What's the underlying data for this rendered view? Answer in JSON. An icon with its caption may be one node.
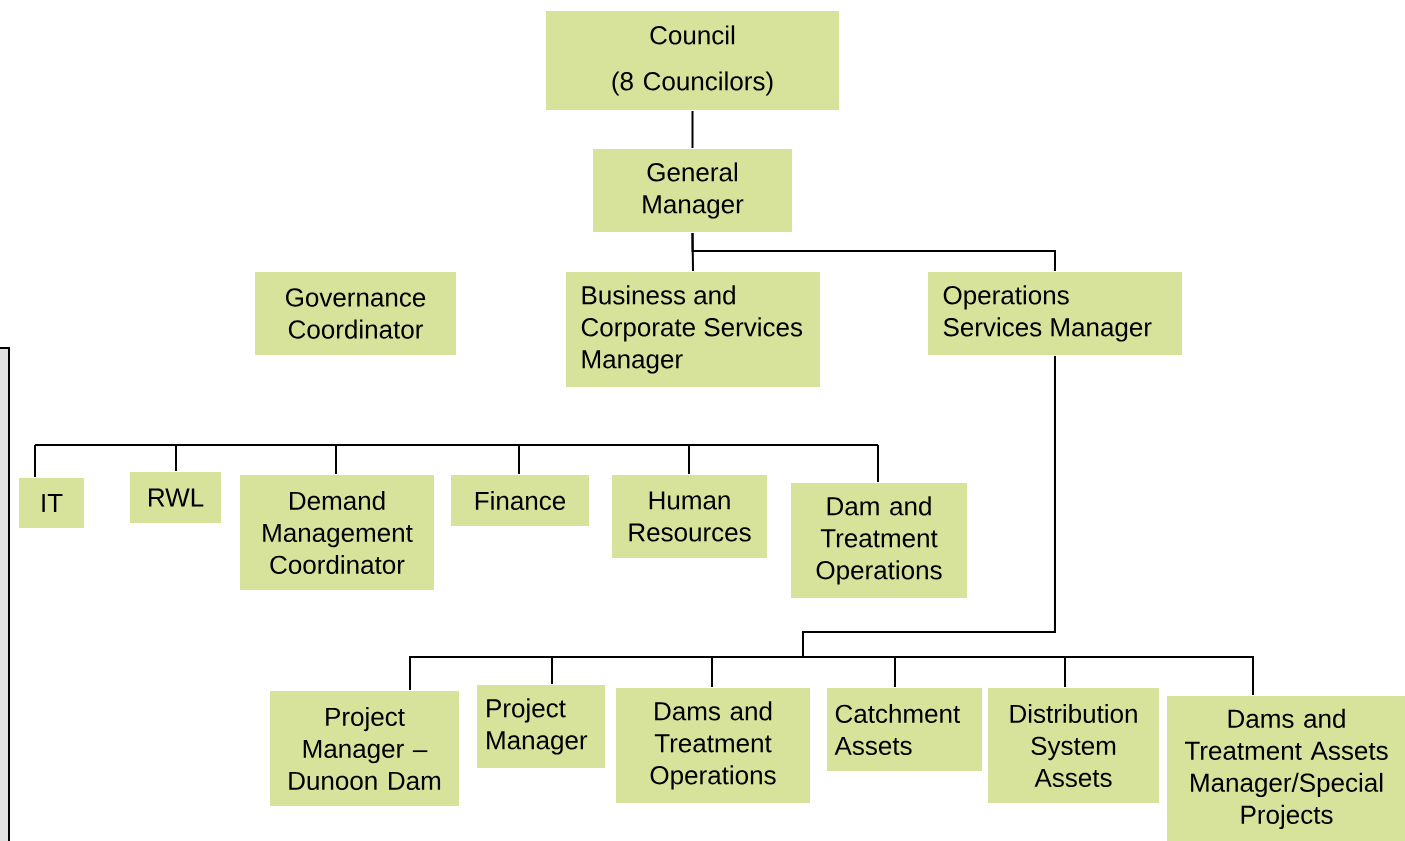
{
  "diagram": {
    "nodes": [
      {
        "text": [
          "Council",
          "(8 Councilors)"
        ]
      },
      {
        "text": [
          "General Manager"
        ]
      },
      {
        "text": [
          "Governance Coordinator"
        ]
      },
      {
        "text": [
          "Business and Corporate Services Manager"
        ]
      },
      {
        "text": [
          "Operations Services Manager"
        ]
      },
      {
        "text": [
          "IT"
        ]
      },
      {
        "text": [
          "RWL"
        ]
      },
      {
        "text": [
          "Demand Management Coordinator"
        ]
      },
      {
        "text": [
          "Finance"
        ]
      },
      {
        "text": [
          "Human Resources"
        ]
      },
      {
        "text": [
          "Dam and Treatment Operations"
        ]
      },
      {
        "text": [
          "Project Manager – Dunoon Dam"
        ]
      },
      {
        "text": [
          "Project Manager"
        ]
      },
      {
        "text": [
          "Dams and Treatment Operations"
        ]
      },
      {
        "text": [
          "Catchment Assets"
        ]
      },
      {
        "text": [
          "Distribution System Assets"
        ]
      },
      {
        "text": [
          "Dams and Treatment Assets Manager/Special Projects"
        ]
      }
    ],
    "edges": [
      {
        "from": 0,
        "to": 1,
        "arrow": "none"
      },
      {
        "from": 1,
        "to": 3,
        "arrow": "none"
      },
      {
        "from": 1,
        "to": 4,
        "arrow": "none"
      },
      {
        "from": null,
        "to": 5,
        "arrow": "none"
      },
      {
        "from": null,
        "to": 6,
        "arrow": "none"
      },
      {
        "from": null,
        "to": 7,
        "arrow": "none"
      },
      {
        "from": null,
        "to": 8,
        "arrow": "none"
      },
      {
        "from": null,
        "to": 9,
        "arrow": "none"
      },
      {
        "from": null,
        "to": 10,
        "arrow": "none"
      },
      {
        "from": 4,
        "to": 11,
        "arrow": "none"
      },
      {
        "from": 4,
        "to": 12,
        "arrow": "none"
      },
      {
        "from": 4,
        "to": 13,
        "arrow": "none"
      },
      {
        "from": 4,
        "to": 14,
        "arrow": "none"
      },
      {
        "from": 4,
        "to": 15,
        "arrow": "none"
      },
      {
        "from": 4,
        "to": 16,
        "arrow": "none"
      }
    ]
  }
}
